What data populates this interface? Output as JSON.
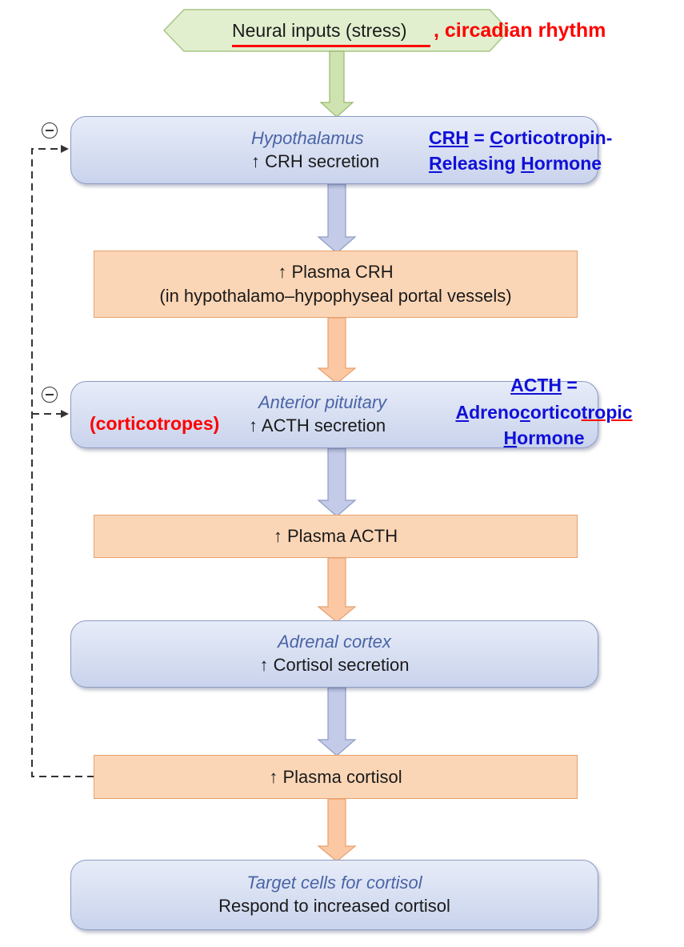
{
  "input": {
    "label": "Neural inputs (stress)",
    "extra": ", circadian rhythm"
  },
  "hypothalamus": {
    "name": "Hypothalamus",
    "text": "↑ CRH secretion",
    "def_abbr": "CRH",
    "def_eq": " = ",
    "def_l1_first": "C",
    "def_l1_rest": "orticotropin-",
    "def_l2_first": "R",
    "def_l2_mid": "eleasing ",
    "def_l2_first2": "H",
    "def_l2_rest": "ormone"
  },
  "plasma_crh": {
    "line1": "↑ Plasma CRH",
    "line2": "(in hypothalamo–hypophyseal portal vessels)"
  },
  "pituitary": {
    "name": "Anterior pituitary",
    "text": "↑ ACTH secretion",
    "cells": "(corticotropes)",
    "def_abbr": "ACTH",
    "def_eq": " =",
    "def_a": "A",
    "def_dreno": "dreno",
    "def_c": "c",
    "def_ortico": "ortico",
    "def_tropic": "tropic",
    "def_h": "H",
    "def_ormone": "ormone"
  },
  "plasma_acth": {
    "line1": "↑ Plasma ACTH"
  },
  "adrenal": {
    "name": "Adrenal cortex",
    "text": "↑ Cortisol secretion"
  },
  "plasma_cortisol": {
    "line1": "↑ Plasma cortisol"
  },
  "target": {
    "name": "Target cells for cortisol",
    "text": "Respond to increased cortisol"
  },
  "colors": {
    "organ_fill": "#d3dbf0",
    "plasma_fill": "#fbd6b6",
    "blue_arrow": "#c3cbe8",
    "orange_arrow": "#fbc8a3",
    "green_arrow": "#cfe3b0",
    "annotation_red": "#ff0000",
    "annotation_blue": "#1010d8"
  }
}
